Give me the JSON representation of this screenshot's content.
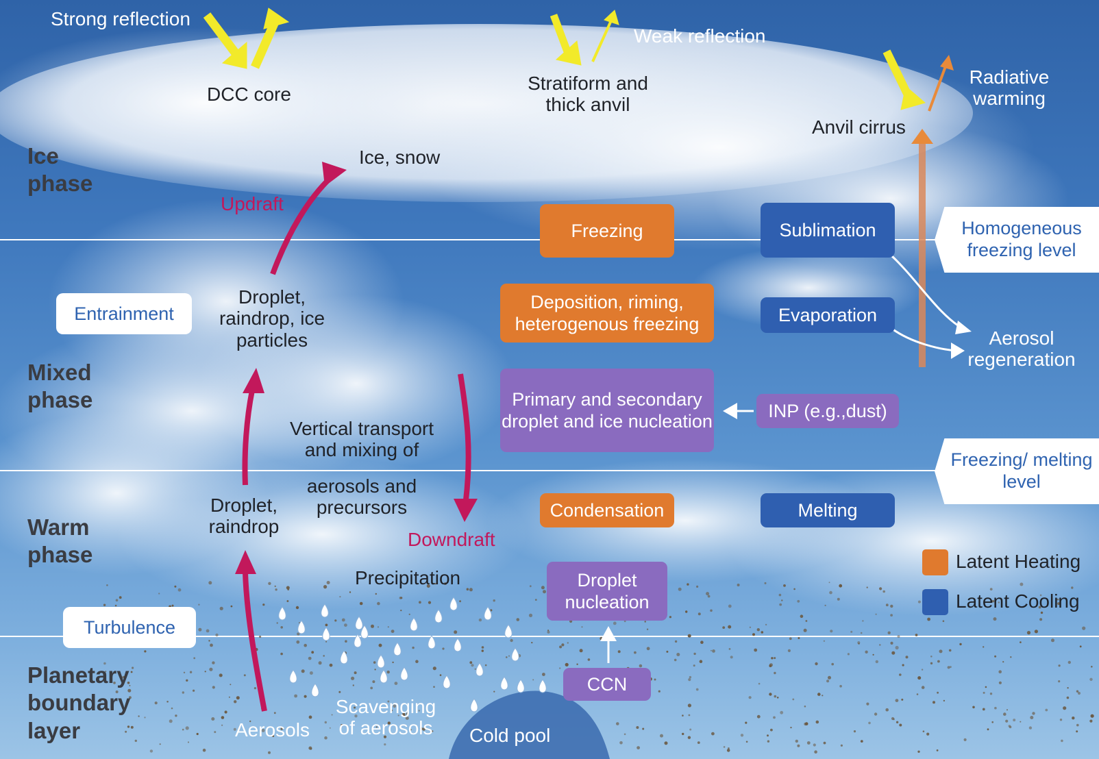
{
  "top": {
    "strong_reflection": "Strong reflection",
    "dcc_core": "DCC core",
    "weak_reflection": "Weak reflection",
    "stratiform": "Stratiform and thick anvil",
    "radiative_warming": "Radiative warming",
    "anvil_cirrus": "Anvil cirrus"
  },
  "phases": {
    "ice": "Ice phase",
    "mixed": "Mixed phase",
    "warm": "Warm phase",
    "pbl": "Planetary boundary layer"
  },
  "labels": {
    "ice_snow": "Ice, snow",
    "updraft": "Updraft",
    "entrainment": "Entrainment",
    "droplet_raindrop_ice": "Droplet, raindrop, ice particles",
    "vertical_transport": "Vertical transport and mixing of",
    "aerosols_precursors": "aerosols and precursors",
    "droplet_raindrop": "Droplet, raindrop",
    "downdraft": "Downdraft",
    "precipitation": "Precipitation",
    "turbulence": "Turbulence",
    "aerosols": "Aerosols",
    "scavenging": "Scavenging of aerosols",
    "cold_pool": "Cold pool",
    "aerosol_regeneration": "Aerosol regeneration"
  },
  "processes": {
    "freezing": "Freezing",
    "deposition": "Deposition, riming, heterogenous freezing",
    "primary_secondary": "Primary and secondary droplet and ice nucleation",
    "condensation": "Condensation",
    "droplet_nucleation": "Droplet nucleation",
    "ccn": "CCN",
    "sublimation": "Sublimation",
    "evaporation": "Evaporation",
    "inp": "INP (e.g.,dust)",
    "melting": "Melting"
  },
  "levels": {
    "homogeneous": "Homogeneous freezing level",
    "freezing_melting": "Freezing/ melting level"
  },
  "legend": {
    "heating": "Latent Heating",
    "cooling": "Latent Cooling"
  },
  "colors": {
    "heating": "#e07a2e",
    "cooling": "#2f5fb0",
    "nucleation": "#8a6bbf",
    "reflection_arrow": "#f2ea2a",
    "updraft_arrow": "#c2185b"
  }
}
